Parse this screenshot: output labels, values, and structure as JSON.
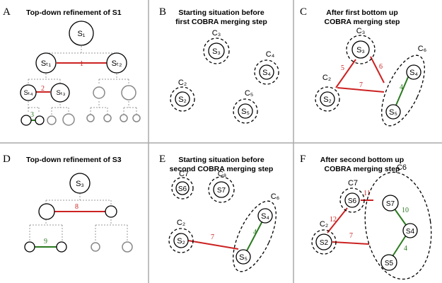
{
  "panels": {
    "A": {
      "letter": "A",
      "title": "Top-down refinement of S1",
      "nodes": {
        "s1": "S₁",
        "st1": "Sₜ₁",
        "st2": "Sₜ₂",
        "st4": "Sₜ₄",
        "st3": "Sₜ₃"
      },
      "edges": {
        "e1": "1",
        "e2": "2",
        "e3": "3"
      }
    },
    "B": {
      "letter": "B",
      "title_line1": "Starting situation before",
      "title_line2": "first COBRA merging step",
      "clusters": {
        "c3": "C₃",
        "c4": "C₄",
        "c2": "C₂",
        "c5": "C₅"
      },
      "nodes": {
        "s3": "S₃",
        "s4": "S₄",
        "s2": "S₂",
        "s5": "S₅"
      }
    },
    "C": {
      "letter": "C",
      "title_line1": "After first bottom up",
      "title_line2": "COBRA merging step",
      "clusters": {
        "c3": "C₃",
        "c2": "C₂",
        "c6": "C₆"
      },
      "nodes": {
        "s3": "S₃",
        "s4": "S₄",
        "s2": "S₂",
        "s5": "S₅"
      },
      "edges": {
        "e5": "5",
        "e6": "6",
        "e7": "7",
        "e4": "4"
      }
    },
    "D": {
      "letter": "D",
      "title": "Top-down refinement of S3",
      "nodes": {
        "s3": "S₃"
      },
      "edges": {
        "e8": "8",
        "e9": "9"
      }
    },
    "E": {
      "letter": "E",
      "title_line1": "Starting situation before",
      "title_line2": "second COBRA merging step",
      "clusters": {
        "c7": "C7",
        "c8": "C₈",
        "c2": "C₂",
        "c6": "C₆"
      },
      "nodes": {
        "s6": "S6",
        "s7": "S7",
        "s4": "S₄",
        "s2": "S₂",
        "s5": "S₅"
      },
      "edges": {
        "e7": "7",
        "e4": "4"
      }
    },
    "F": {
      "letter": "F",
      "title_line1": "After second bottom up",
      "title_line2": "COBRA merging step",
      "clusters": {
        "c7": "C7",
        "c6": "C6",
        "c2": "C₂"
      },
      "nodes": {
        "s6": "S6",
        "s7": "S7",
        "s4": "S4",
        "s2": "S2",
        "s5": "S5"
      },
      "edges": {
        "e11": "11",
        "e12": "12",
        "e10": "10",
        "e7": "7",
        "e4": "4"
      }
    }
  },
  "colors": {
    "inter_edge": "#cc2222",
    "intra_edge": "#2a7a1f",
    "inactive_node": "#888888",
    "separator": "#aaaaaa"
  }
}
